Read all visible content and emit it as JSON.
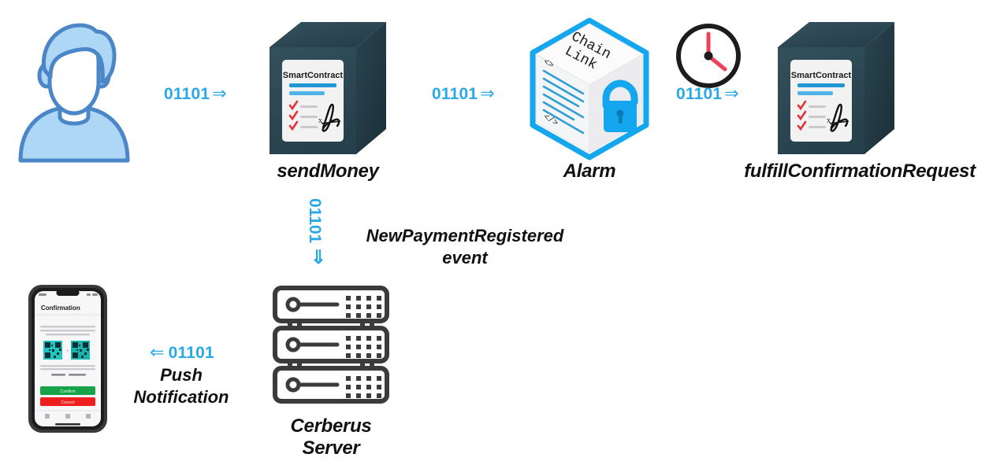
{
  "diagram": {
    "title": "Cerberus payment confirmation flow",
    "background": "#ffffff",
    "accent_blue": "#29a9e8",
    "cube_dark": "#2e4a55",
    "avatar_fill": "#aed6f5",
    "avatar_stroke": "#4a86c8",
    "server_stroke": "#3b3b3b",
    "clock_hand": "#f0415a",
    "text_color": "#111111"
  },
  "nodes": {
    "user": {
      "icon": "user-avatar-icon",
      "caption": ""
    },
    "send_money": {
      "icon": "smart-contract-cube-icon",
      "caption": "sendMoney",
      "card_title": "SmartContract",
      "signature_mark": "x"
    },
    "alarm": {
      "icon": "chainlink-cube-icon",
      "caption": "Alarm",
      "cube_top_line1": "Chain",
      "cube_top_line2": "Link",
      "code_open": "<>",
      "code_close": "</>"
    },
    "clock": {
      "icon": "clock-icon",
      "caption": ""
    },
    "fulfill": {
      "icon": "smart-contract-cube-icon",
      "caption": "fulfillConfirmationRequest",
      "card_title": "SmartContract",
      "signature_mark": "x"
    },
    "server": {
      "icon": "server-rack-icon",
      "caption_line1": "Cerberus",
      "caption_line2": "Server"
    },
    "phone": {
      "icon": "smartphone-icon",
      "screen_title": "Confirmation",
      "confirm_button": "Confirm",
      "cancel_button": "Cancel"
    }
  },
  "flows": {
    "user_to_sendmoney": {
      "bits": "01101",
      "arrow": "⇒"
    },
    "sendmoney_to_alarm": {
      "bits": "01101",
      "arrow": "⇒"
    },
    "clock_to_fulfill": {
      "bits": "01101",
      "arrow": "⇒"
    },
    "sendmoney_to_server": {
      "bits": "01101",
      "arrow": "⇓",
      "event_line1": "NewPaymentRegistered",
      "event_line2": "event"
    },
    "server_to_phone": {
      "arrow": "⇐",
      "bits": "01101",
      "label_line1": "Push",
      "label_line2": "Notification"
    }
  }
}
